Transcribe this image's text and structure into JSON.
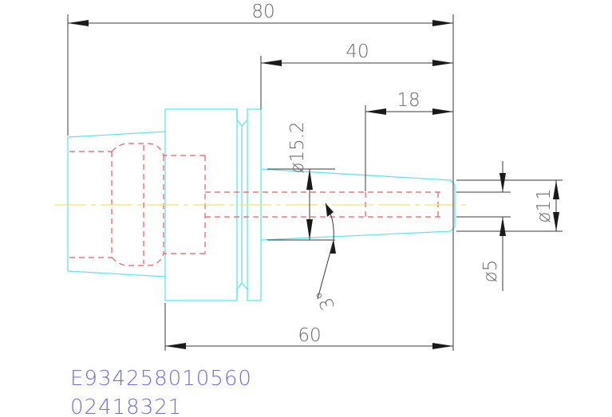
{
  "dimensions": {
    "overall_length": "80",
    "taper_length": "40",
    "tip_length": "18",
    "body_length": "60",
    "taper_diameter": "ø15.2",
    "tip_outer_diameter": "ø11",
    "tip_bore_diameter": "ø5",
    "taper_angle": "3°"
  },
  "part_codes": {
    "line1": "E934258010560",
    "line2": "02418321"
  },
  "colors": {
    "outline": "#5fe6f0",
    "hidden_lines": "#ef5b5b",
    "center_line": "#f2e07a",
    "dimension_lines": "#3a3a3a",
    "dimension_text": "#6b6b6b",
    "part_code_text": "#6f6fe0"
  }
}
